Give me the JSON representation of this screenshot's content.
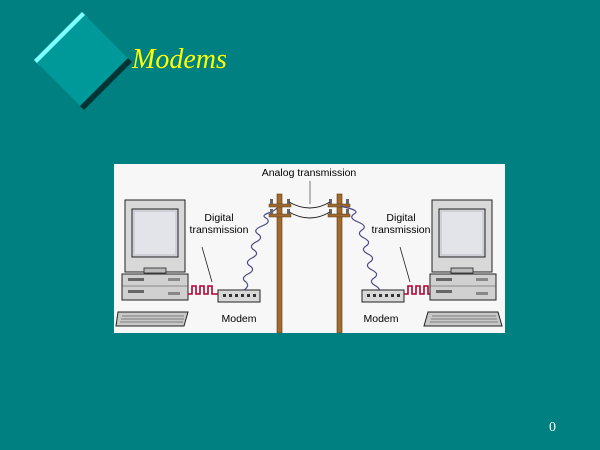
{
  "slide": {
    "title": "Modems",
    "number": "0",
    "bullet_icon": "diamond-bullet-icon"
  },
  "diagram": {
    "top_label": "Analog transmission",
    "left": {
      "label_line1": "Digital",
      "label_line2": "transmission",
      "modem_label": "Modem"
    },
    "right": {
      "label_line1": "Digital",
      "label_line2": "transmission",
      "modem_label": "Modem"
    }
  },
  "colors": {
    "background": "#008080",
    "title": "#ffff00",
    "diamond_face": "#009999",
    "diamond_highlight": "#55ffff",
    "diamond_shadow": "#003333",
    "digital_signal": "#b00030",
    "pole": "#a06a30"
  }
}
